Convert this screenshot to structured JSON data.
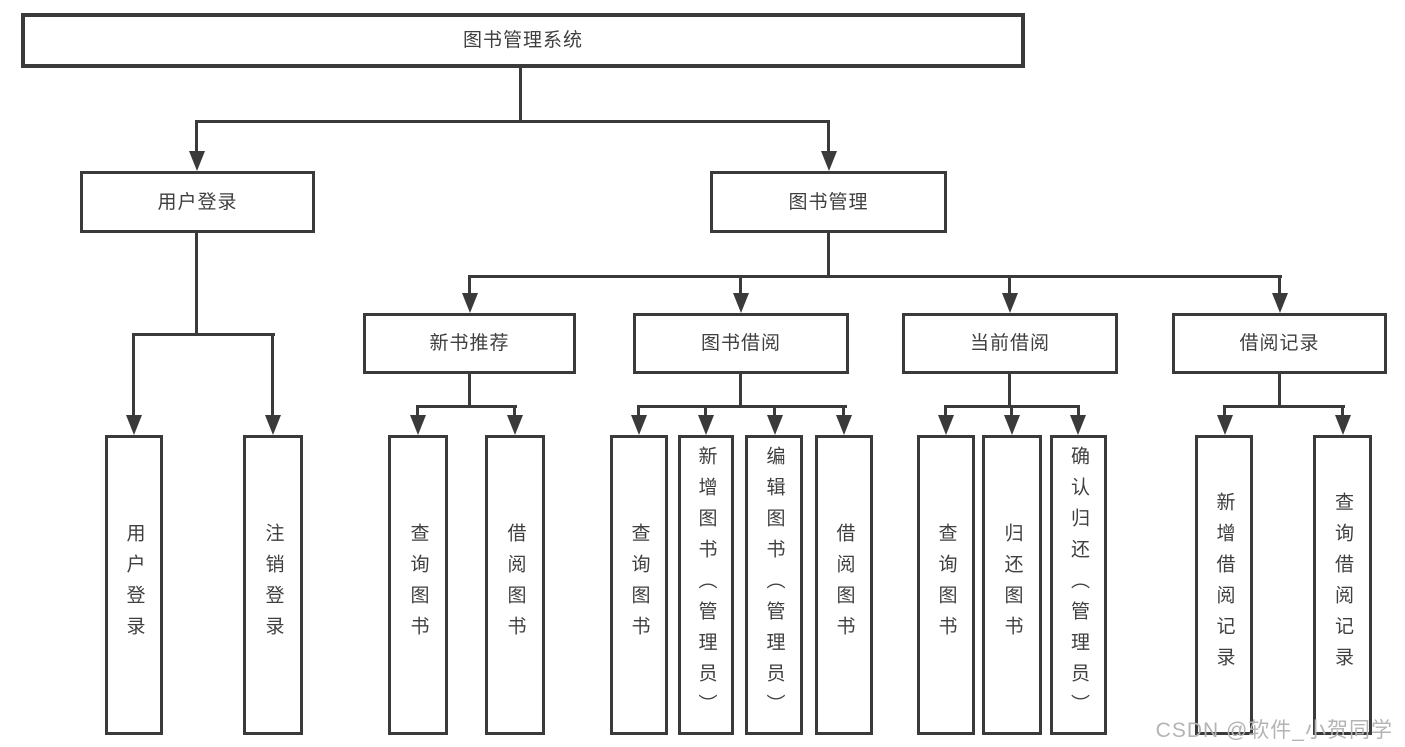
{
  "diagram": {
    "title_node": {
      "label": "图书管理系统"
    },
    "level2": [
      {
        "id": "user-login",
        "label": "用户登录"
      },
      {
        "id": "book-management",
        "label": "图书管理"
      }
    ],
    "level3": [
      {
        "id": "new-book-recommend",
        "parent": "图书管理",
        "label": "新书推荐"
      },
      {
        "id": "book-borrowing",
        "parent": "图书管理",
        "label": "图书借阅"
      },
      {
        "id": "current-borrowing",
        "parent": "图书管理",
        "label": "当前借阅"
      },
      {
        "id": "borrowing-records",
        "parent": "图书管理",
        "label": "借阅记录"
      }
    ],
    "leaves": [
      {
        "parent": "用户登录",
        "label": "用户登录"
      },
      {
        "parent": "用户登录",
        "label": "注销登录"
      },
      {
        "parent": "新书推荐",
        "label": "查询图书"
      },
      {
        "parent": "新书推荐",
        "label": "借阅图书"
      },
      {
        "parent": "图书借阅",
        "label": "查询图书"
      },
      {
        "parent": "图书借阅",
        "label": "新增图书（管理员）"
      },
      {
        "parent": "图书借阅",
        "label": "编辑图书（管理员）"
      },
      {
        "parent": "图书借阅",
        "label": "借阅图书"
      },
      {
        "parent": "当前借阅",
        "label": "查询图书"
      },
      {
        "parent": "当前借阅",
        "label": "归还图书"
      },
      {
        "parent": "当前借阅",
        "label": "确认归还（管理员）"
      },
      {
        "parent": "借阅记录",
        "label": "新增借阅记录"
      },
      {
        "parent": "借阅记录",
        "label": "查询借阅记录"
      }
    ],
    "watermark": "CSDN @软件_小贺同学",
    "colors": {
      "line": "#3a3a3a",
      "box_background": "#ffffff",
      "text": "#3f3f3f",
      "watermark": "#b4b4b4"
    }
  }
}
